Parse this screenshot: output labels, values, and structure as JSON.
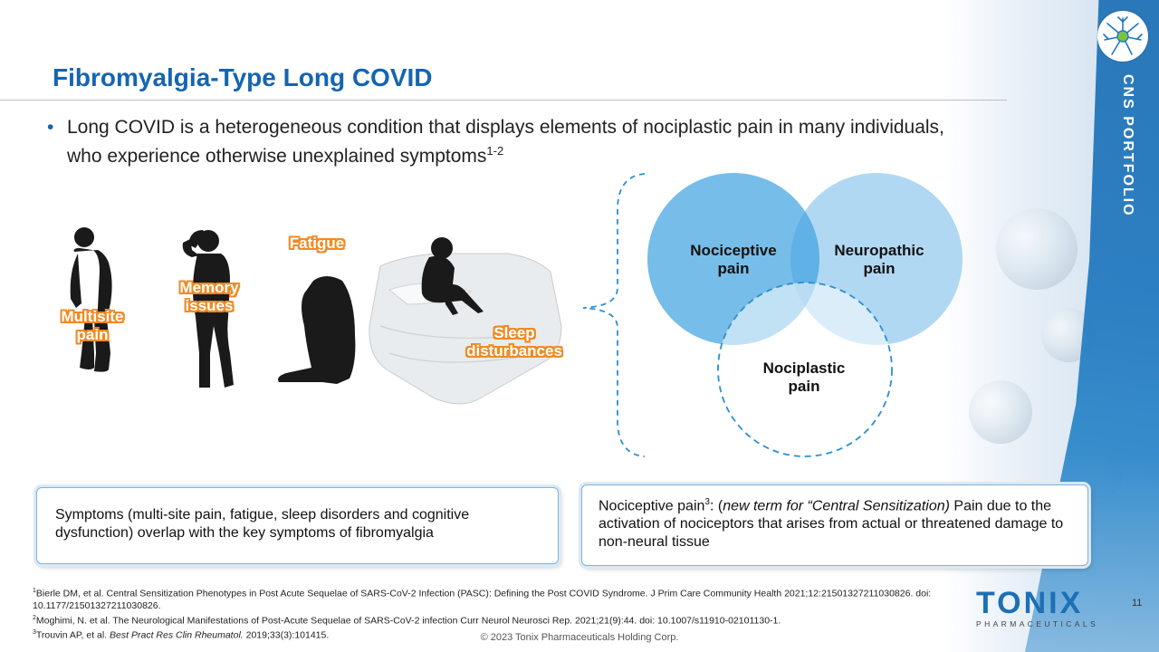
{
  "slide": {
    "title": "Fibromyalgia-Type Long COVID",
    "section_label": "CNS PORTFOLIO",
    "page_number": "11",
    "copyright": "© 2023 Tonix Pharmaceuticals Holding Corp."
  },
  "bullet": {
    "text": "Long COVID is a heterogeneous condition that displays elements of nociplastic pain in many individuals, who experience otherwise unexplained symptoms",
    "superscript": "1-2"
  },
  "symptoms": {
    "multisite_pain": "Multisite pain",
    "memory_issues": "Memory issues",
    "fatigue": "Fatigue",
    "sleep_disturbances": "Sleep disturbances"
  },
  "venn": {
    "nociceptive": "Nociceptive pain",
    "neuropathic": "Neuropathic pain",
    "nociplastic": "Nociplastic pain"
  },
  "box_left": {
    "text": "Symptoms (multi-site pain, fatigue, sleep disorders and cognitive dysfunction) overlap with the key symptoms of fibromyalgia"
  },
  "box_right": {
    "term": "Nociceptive pain",
    "sup": "3",
    "italic": "new term for “Central Sensitization)",
    "rest": " Pain due to the activation of nociceptors that arises from actual or threatened damage to non-neural tissue"
  },
  "references": {
    "r1": "Bierle DM,  et al. Central Sensitization Phenotypes in Post Acute Sequelae of SARS-CoV-2 Infection (PASC): Defining the Post COVID Syndrome. J Prim Care Community Health 2021;12:21501327211030826.  doi: 10.1177/21501327211030826.",
    "r2": "Moghimi, N. et al. The Neurological Manifestations of Post-Acute Sequelae of SARS-CoV-2 infection Curr Neurol Neurosci Rep. 2021;21(9):44. doi: 10.1007/s11910-02101130-1.",
    "r3_a": "Trouvin AP, et al. ",
    "r3_b": "Best Pract Res Clin Rheumatol.",
    "r3_c": " 2019;33(3):101415."
  },
  "logo": {
    "name": "TONIX",
    "sub": "PHARMACEUTICALS"
  },
  "colors": {
    "title_blue": "#1565b0",
    "label_orange": "#f08a22",
    "venn_blue": "#6fb9e8"
  }
}
